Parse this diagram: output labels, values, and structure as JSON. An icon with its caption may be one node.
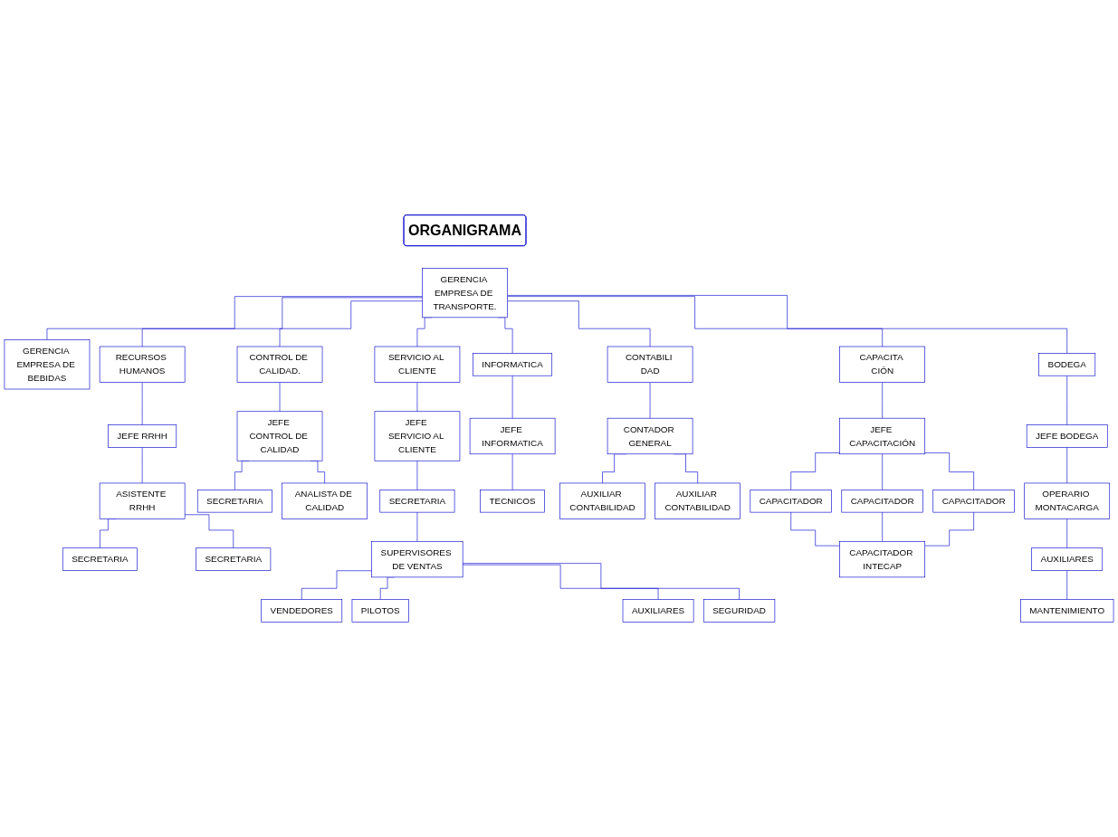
{
  "diagram": {
    "nodes": [
      {
        "text": [
          "ORGANIGRAMA"
        ]
      },
      {
        "text": [
          "GERENCIA EMPRESA DE TRANSPORTE."
        ]
      },
      {
        "text": [
          "GERENCIA EMPRESA DE BEBIDAS"
        ]
      },
      {
        "text": [
          "RECURSOS HUMANOS"
        ]
      },
      {
        "text": [
          "CONTROL DE CALIDAD."
        ]
      },
      {
        "text": [
          "SERVICIO AL CLIENTE"
        ]
      },
      {
        "text": [
          "INFORMATICA"
        ]
      },
      {
        "text": [
          "CONTABILI DAD"
        ]
      },
      {
        "text": [
          "CAPACITA CIÓN"
        ]
      },
      {
        "text": [
          "BODEGA"
        ]
      },
      {
        "text": [
          "JEFE RRHH"
        ]
      },
      {
        "text": [
          "JEFE CONTROL DE CALIDAD"
        ]
      },
      {
        "text": [
          "JEFE SERVICIO AL CLIENTE"
        ]
      },
      {
        "text": [
          "JEFE INFORMATICA"
        ]
      },
      {
        "text": [
          "CONTADOR GENERAL"
        ]
      },
      {
        "text": [
          "JEFE CAPACITACIÓN"
        ]
      },
      {
        "text": [
          "JEFE BODEGA"
        ]
      },
      {
        "text": [
          "ASISTENTE RRHH"
        ]
      },
      {
        "text": [
          "SECRETARIA"
        ]
      },
      {
        "text": [
          "ANALISTA DE CALIDAD"
        ]
      },
      {
        "text": [
          "SECRETARIA"
        ]
      },
      {
        "text": [
          "TECNICOS"
        ]
      },
      {
        "text": [
          "AUXILIAR CONTABILIDAD"
        ]
      },
      {
        "text": [
          "AUXILIAR CONTABILIDAD"
        ]
      },
      {
        "text": [
          "CAPACITADOR"
        ]
      },
      {
        "text": [
          "CAPACITADOR"
        ]
      },
      {
        "text": [
          "CAPACITADOR"
        ]
      },
      {
        "text": [
          "OPERARIO MONTACARGA"
        ]
      },
      {
        "text": [
          "SECRETARIA"
        ]
      },
      {
        "text": [
          "SECRETARIA"
        ]
      },
      {
        "text": [
          "SUPERVISORES DE VENTAS"
        ]
      },
      {
        "text": [
          "CAPACITADOR INTECAP"
        ]
      },
      {
        "text": [
          "AUXILIARES"
        ]
      },
      {
        "text": [
          "VENDEDORES"
        ]
      },
      {
        "text": [
          "PILOTOS"
        ]
      },
      {
        "text": [
          "AUXILIARES"
        ]
      },
      {
        "text": [
          "SEGURIDAD"
        ]
      },
      {
        "text": [
          "MANTENIMIENTO"
        ]
      }
    ],
    "edges": [
      {
        "from": 1,
        "to": 2,
        "arrow": "none"
      },
      {
        "from": 1,
        "to": 3,
        "arrow": "none"
      },
      {
        "from": 1,
        "to": 4,
        "arrow": "none"
      },
      {
        "from": 1,
        "to": 5,
        "arrow": "none"
      },
      {
        "from": 1,
        "to": 6,
        "arrow": "none"
      },
      {
        "from": 1,
        "to": 7,
        "arrow": "none"
      },
      {
        "from": 1,
        "to": 8,
        "arrow": "none"
      },
      {
        "from": 1,
        "to": 9,
        "arrow": "none"
      },
      {
        "from": 3,
        "to": 10,
        "arrow": "none"
      },
      {
        "from": 4,
        "to": 11,
        "arrow": "none"
      },
      {
        "from": 5,
        "to": 12,
        "arrow": "none"
      },
      {
        "from": 6,
        "to": 13,
        "arrow": "none"
      },
      {
        "from": 7,
        "to": 14,
        "arrow": "none"
      },
      {
        "from": 8,
        "to": 15,
        "arrow": "none"
      },
      {
        "from": 9,
        "to": 16,
        "arrow": "none"
      },
      {
        "from": 10,
        "to": 17,
        "arrow": "none"
      },
      {
        "from": 11,
        "to": 18,
        "arrow": "none"
      },
      {
        "from": 11,
        "to": 19,
        "arrow": "none"
      },
      {
        "from": 12,
        "to": 20,
        "arrow": "none"
      },
      {
        "from": 13,
        "to": 21,
        "arrow": "none"
      },
      {
        "from": 14,
        "to": 22,
        "arrow": "none"
      },
      {
        "from": 14,
        "to": 23,
        "arrow": "none"
      },
      {
        "from": 15,
        "to": 24,
        "arrow": "none"
      },
      {
        "from": 15,
        "to": 25,
        "arrow": "none"
      },
      {
        "from": 15,
        "to": 26,
        "arrow": "none"
      },
      {
        "from": 16,
        "to": 27,
        "arrow": "none"
      },
      {
        "from": 17,
        "to": 28,
        "arrow": "none"
      },
      {
        "from": 17,
        "to": 29,
        "arrow": "none"
      },
      {
        "from": 20,
        "to": 30,
        "arrow": "none"
      },
      {
        "from": 24,
        "to": 31,
        "arrow": "none"
      },
      {
        "from": 25,
        "to": 31,
        "arrow": "none"
      },
      {
        "from": 26,
        "to": 31,
        "arrow": "none"
      },
      {
        "from": 27,
        "to": 32,
        "arrow": "none"
      },
      {
        "from": 30,
        "to": 33,
        "arrow": "none"
      },
      {
        "from": 30,
        "to": 34,
        "arrow": "none"
      },
      {
        "from": 30,
        "to": 35,
        "arrow": "none"
      },
      {
        "from": 30,
        "to": 36,
        "arrow": "none"
      },
      {
        "from": 32,
        "to": 37,
        "arrow": "none"
      }
    ]
  }
}
